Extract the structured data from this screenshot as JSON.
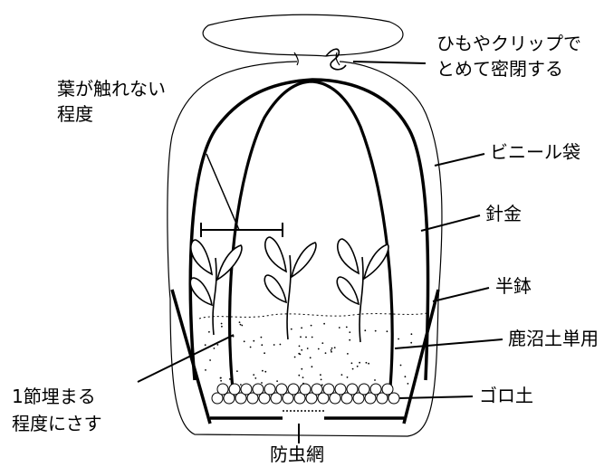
{
  "labels": {
    "clip_line1": "ひもやクリップで",
    "clip_line2": "とめて密閉する",
    "leaf_line1": "葉が触れない",
    "leaf_line2": "程度",
    "bag": "ビニール袋",
    "wire": "針金",
    "pot": "半鉢",
    "soil": "鹿沼土単用",
    "insert_line1": "1節埋まる",
    "insert_line2": "程度にさす",
    "gravel": "ゴロ土",
    "net": "防虫網"
  },
  "colors": {
    "ink": "#000000",
    "paper": "#ffffff"
  }
}
